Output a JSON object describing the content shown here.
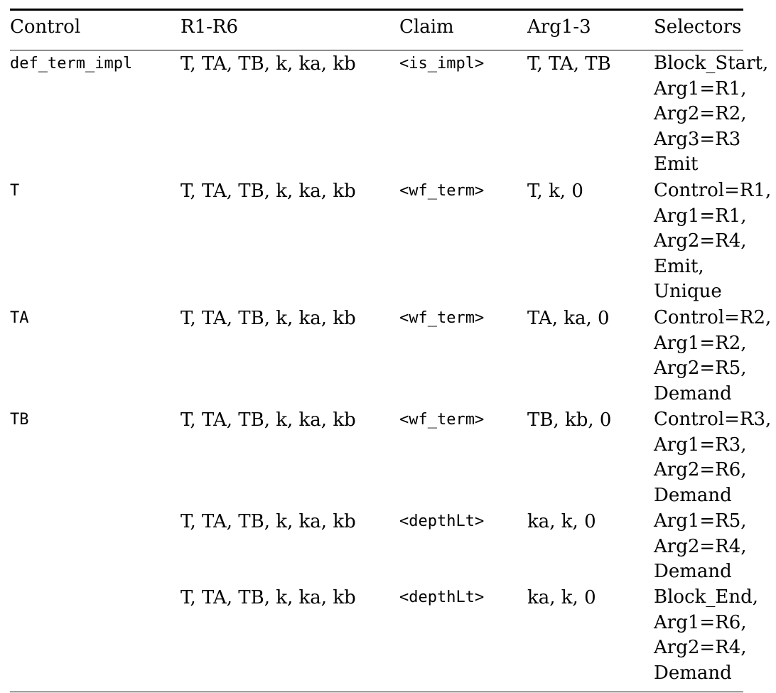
{
  "table": {
    "headers": [
      "Control",
      "R1-R6",
      "Claim",
      "Arg1-3",
      "Selectors"
    ],
    "rows": [
      {
        "control": "def_term_impl",
        "registers": "T, TA, TB, k, ka, kb",
        "claim": "<is_impl>",
        "args": "T, TA, TB",
        "selectors": [
          "Block_Start,",
          "Arg1=R1,",
          "Arg2=R2,",
          "Arg3=R3",
          "Emit"
        ]
      },
      {
        "control": "T",
        "registers": "T, TA, TB, k, ka, kb",
        "claim": "<wf_term>",
        "args": "T, k, 0",
        "selectors": [
          "Control=R1,",
          "Arg1=R1,",
          "Arg2=R4,",
          "Emit,",
          "Unique"
        ]
      },
      {
        "control": "TA",
        "registers": "T, TA, TB, k, ka, kb",
        "claim": "<wf_term>",
        "args": "TA, ka, 0",
        "selectors": [
          "Control=R2,",
          "Arg1=R2,",
          "Arg2=R5,",
          "Demand"
        ]
      },
      {
        "control": "TB",
        "registers": "T, TA, TB, k, ka, kb",
        "claim": "<wf_term>",
        "args": "TB, kb, 0",
        "selectors": [
          "Control=R3,",
          "Arg1=R3,",
          "Arg2=R6,",
          "Demand"
        ]
      },
      {
        "control": "",
        "registers": "T, TA, TB, k, ka, kb",
        "claim": "<depthLt>",
        "args": "ka, k, 0",
        "selectors": [
          "Arg1=R5,",
          "Arg2=R4,",
          "Demand"
        ]
      },
      {
        "control": "",
        "registers": "T, TA, TB, k, ka, kb",
        "claim": "<depthLt>",
        "args": "ka, k, 0",
        "selectors": [
          "Block_End,",
          "Arg1=R6,",
          "Arg2=R4,",
          "Demand"
        ]
      }
    ]
  }
}
